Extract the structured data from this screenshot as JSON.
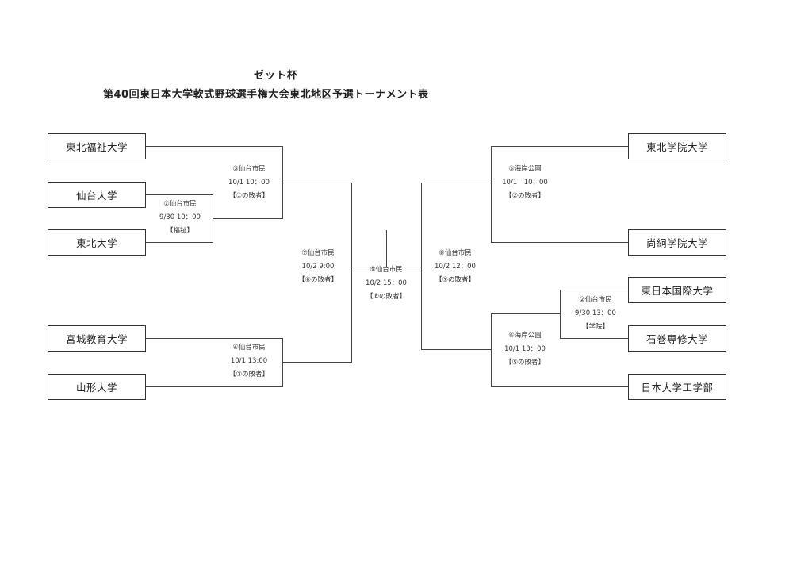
{
  "title": "ゼット杯",
  "subtitle": "第40回東日本大学軟式野球選手権大会東北地区予選トーナメント表",
  "teams_left": [
    "東北福祉大学",
    "仙台大学",
    "東北大学",
    "宮城教育大学",
    "山形大学"
  ],
  "teams_right": [
    "東北学院大学",
    "尚絅学院大学",
    "東日本国際大学",
    "石巻専修大学",
    "日本大学工学部"
  ],
  "games": {
    "g1": {
      "venue": "①仙台市民",
      "time": "9/30 10：00",
      "note": "【福祉】"
    },
    "g2": {
      "venue": "②仙台市民",
      "time": "9/30 13：00",
      "note": "【学院】"
    },
    "g3": {
      "venue": "③仙台市民",
      "time": "10/1 10：00",
      "note": "【①の敗者】"
    },
    "g4": {
      "venue": "④仙台市民",
      "time": "10/1 13:00",
      "note": "【③の敗者】"
    },
    "g5": {
      "venue": "⑤海岸公園",
      "time": "10/1　10：00",
      "note": "【②の敗者】"
    },
    "g6": {
      "venue": "⑥海岸公園",
      "time": "10/1 13：00",
      "note": "【⑤の敗者】"
    },
    "g7": {
      "venue": "⑦仙台市民",
      "time": "10/2 9:00",
      "note": "【⑥の敗者】"
    },
    "g8": {
      "venue": "⑧仙台市民",
      "time": "10/2 12：00",
      "note": "【⑦の敗者】"
    },
    "g9": {
      "venue": "⑨仙台市民",
      "time": "10/2 15：00",
      "note": "【⑧の敗者】"
    }
  }
}
